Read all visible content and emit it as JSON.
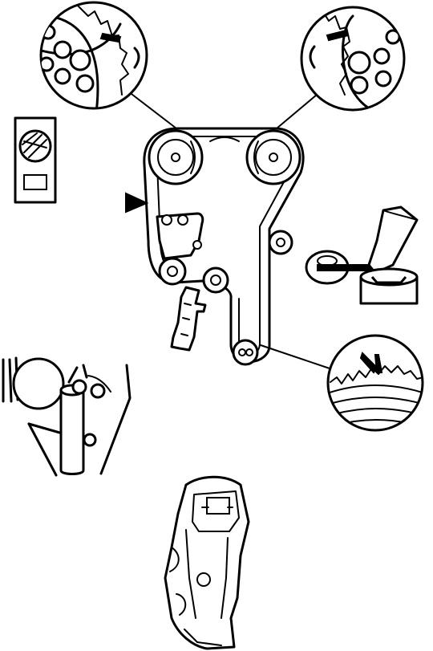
{
  "figure": {
    "colors": {
      "line": "#000000",
      "background": "#ffffff"
    },
    "parts": [
      "camshaft-sprocket-left-detail",
      "camshaft-sprocket-right-detail",
      "timing-belt-layout",
      "tensioner-pulley",
      "idler-pulley",
      "crankshaft-sprocket",
      "crankshaft-sprocket-detail",
      "tensioner-tool-detail",
      "setting-pin-detail",
      "locking-tool-detail",
      "timing-cover",
      "tensioner-indicator-icon",
      "rotation-direction-arrow"
    ]
  }
}
